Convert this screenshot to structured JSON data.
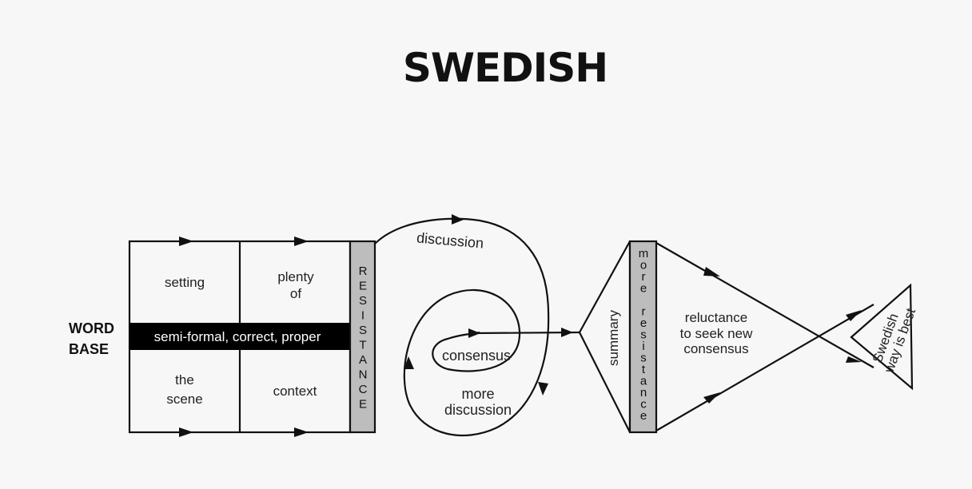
{
  "title": "SWEDISH",
  "word_base": {
    "line1": "WORD",
    "line2": "BASE"
  },
  "grid": {
    "top_left": "setting",
    "top_right_1": "plenty",
    "top_right_2": "of",
    "band": "semi-formal, correct, proper",
    "bottom_left_1": "the",
    "bottom_left_2": "scene",
    "bottom_right": "context"
  },
  "resistance_letters": [
    "R",
    "E",
    "S",
    "I",
    "S",
    "T",
    "A",
    "N",
    "C",
    "E"
  ],
  "spiral": {
    "outer_label": "discussion",
    "core_label": "consensus",
    "inner_label_1": "more",
    "inner_label_2": "discussion"
  },
  "summary_label": "summary",
  "more_resistance_letters": [
    "m",
    "o",
    "r",
    "e",
    " ",
    "r",
    "e",
    "s",
    "i",
    "s",
    "t",
    "a",
    "n",
    "c",
    "e"
  ],
  "reluctance": {
    "line1": "reluctance",
    "line2": "to seek new",
    "line3": "consensus"
  },
  "end_label": {
    "line1": "Swedish",
    "line2": "way is best"
  }
}
